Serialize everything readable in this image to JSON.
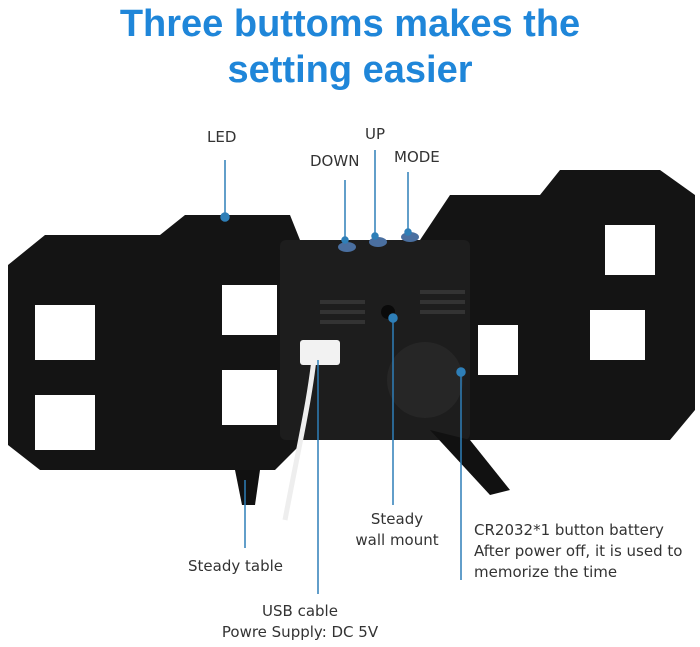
{
  "title": {
    "line1": "Three buttoms makes the",
    "line2": "setting easier"
  },
  "labels": {
    "led": "LED",
    "down": "DOWN",
    "up": "UP",
    "mode": "MODE",
    "steady_table": "Steady table",
    "usb_line1": "USB cable",
    "usb_line2": "Powre Supply: DC 5V",
    "wall_line1": "Steady",
    "wall_line2": "wall mount",
    "battery_line1": "CR2032*1 button battery",
    "battery_line2": "After power off, it is used to",
    "battery_line3": "memorize the time"
  },
  "colors": {
    "title": "#1f86d9",
    "callout": "#2e7fb8",
    "body": "#121212"
  }
}
